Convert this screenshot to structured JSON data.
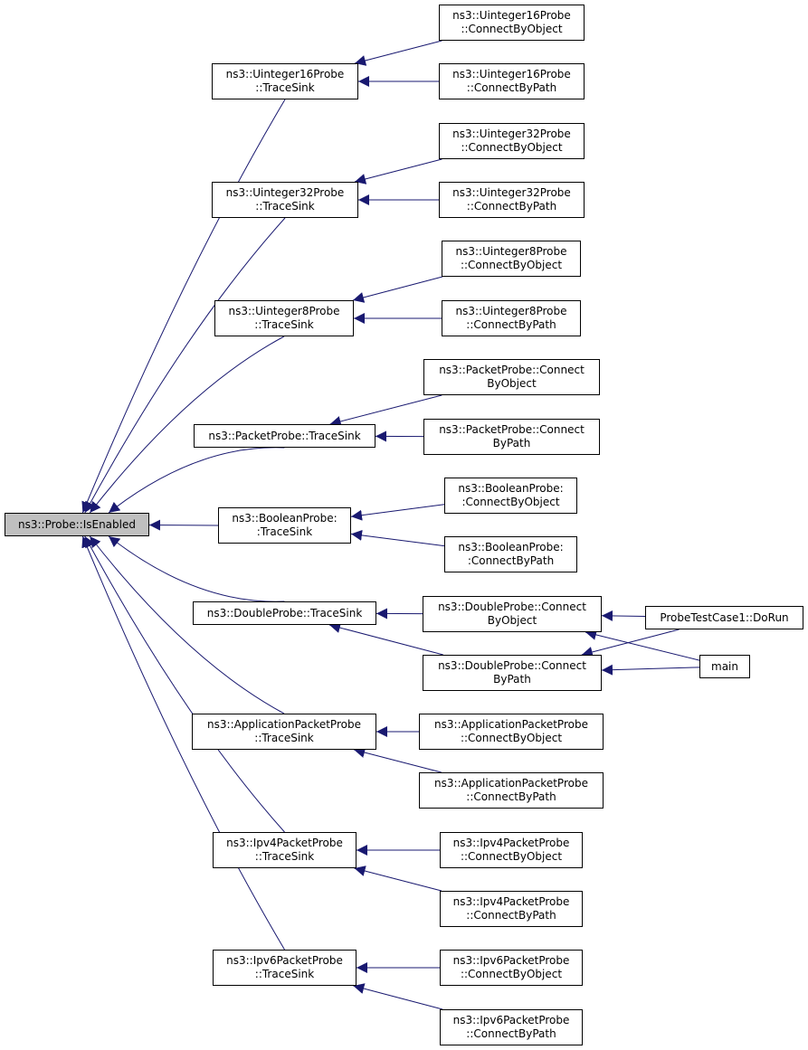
{
  "colors": {
    "edge": "#191970",
    "root_fill": "#bfbfbf",
    "node_fill": "#ffffff",
    "node_border": "#000000"
  },
  "nodes": {
    "root": [
      "ns3::Probe::IsEnabled"
    ],
    "u16_ts": [
      "ns3::Uinteger16Probe",
      "::TraceSink"
    ],
    "u16_obj": [
      "ns3::Uinteger16Probe",
      "::ConnectByObject"
    ],
    "u16_path": [
      "ns3::Uinteger16Probe",
      "::ConnectByPath"
    ],
    "u32_ts": [
      "ns3::Uinteger32Probe",
      "::TraceSink"
    ],
    "u32_obj": [
      "ns3::Uinteger32Probe",
      "::ConnectByObject"
    ],
    "u32_path": [
      "ns3::Uinteger32Probe",
      "::ConnectByPath"
    ],
    "u8_ts": [
      "ns3::Uinteger8Probe",
      "::TraceSink"
    ],
    "u8_obj": [
      "ns3::Uinteger8Probe",
      "::ConnectByObject"
    ],
    "u8_path": [
      "ns3::Uinteger8Probe",
      "::ConnectByPath"
    ],
    "pkt_ts": [
      "ns3::PacketProbe::TraceSink"
    ],
    "pkt_obj": [
      "ns3::PacketProbe::Connect",
      "ByObject"
    ],
    "pkt_path": [
      "ns3::PacketProbe::Connect",
      "ByPath"
    ],
    "bool_ts": [
      "ns3::BooleanProbe:",
      ":TraceSink"
    ],
    "bool_obj": [
      "ns3::BooleanProbe:",
      ":ConnectByObject"
    ],
    "bool_path": [
      "ns3::BooleanProbe:",
      ":ConnectByPath"
    ],
    "dbl_ts": [
      "ns3::DoubleProbe::TraceSink"
    ],
    "dbl_obj": [
      "ns3::DoubleProbe::Connect",
      "ByObject"
    ],
    "dbl_path": [
      "ns3::DoubleProbe::Connect",
      "ByPath"
    ],
    "dorun": [
      "ProbeTestCase1::DoRun"
    ],
    "main": [
      "main"
    ],
    "app_ts": [
      "ns3::ApplicationPacketProbe",
      "::TraceSink"
    ],
    "app_obj": [
      "ns3::ApplicationPacketProbe",
      "::ConnectByObject"
    ],
    "app_path": [
      "ns3::ApplicationPacketProbe",
      "::ConnectByPath"
    ],
    "ip4_ts": [
      "ns3::Ipv4PacketProbe",
      "::TraceSink"
    ],
    "ip4_obj": [
      "ns3::Ipv4PacketProbe",
      "::ConnectByObject"
    ],
    "ip4_path": [
      "ns3::Ipv4PacketProbe",
      "::ConnectByPath"
    ],
    "ip6_ts": [
      "ns3::Ipv6PacketProbe",
      "::TraceSink"
    ],
    "ip6_obj": [
      "ns3::Ipv6PacketProbe",
      "::ConnectByObject"
    ],
    "ip6_path": [
      "ns3::Ipv6PacketProbe",
      "::ConnectByPath"
    ]
  },
  "edges": [
    [
      "u16_ts",
      "root"
    ],
    [
      "u32_ts",
      "root"
    ],
    [
      "u8_ts",
      "root"
    ],
    [
      "pkt_ts",
      "root"
    ],
    [
      "bool_ts",
      "root"
    ],
    [
      "dbl_ts",
      "root"
    ],
    [
      "app_ts",
      "root"
    ],
    [
      "ip4_ts",
      "root"
    ],
    [
      "ip6_ts",
      "root"
    ],
    [
      "u16_obj",
      "u16_ts"
    ],
    [
      "u16_path",
      "u16_ts"
    ],
    [
      "u32_obj",
      "u32_ts"
    ],
    [
      "u32_path",
      "u32_ts"
    ],
    [
      "u8_obj",
      "u8_ts"
    ],
    [
      "u8_path",
      "u8_ts"
    ],
    [
      "pkt_obj",
      "pkt_ts"
    ],
    [
      "pkt_path",
      "pkt_ts"
    ],
    [
      "bool_obj",
      "bool_ts"
    ],
    [
      "bool_path",
      "bool_ts"
    ],
    [
      "dbl_obj",
      "dbl_ts"
    ],
    [
      "dbl_path",
      "dbl_ts"
    ],
    [
      "app_obj",
      "app_ts"
    ],
    [
      "app_path",
      "app_ts"
    ],
    [
      "ip4_obj",
      "ip4_ts"
    ],
    [
      "ip4_path",
      "ip4_ts"
    ],
    [
      "ip6_obj",
      "ip6_ts"
    ],
    [
      "ip6_path",
      "ip6_ts"
    ],
    [
      "dorun",
      "dbl_obj"
    ],
    [
      "main",
      "dbl_obj"
    ],
    [
      "dorun",
      "dbl_path"
    ],
    [
      "main",
      "dbl_path"
    ]
  ]
}
